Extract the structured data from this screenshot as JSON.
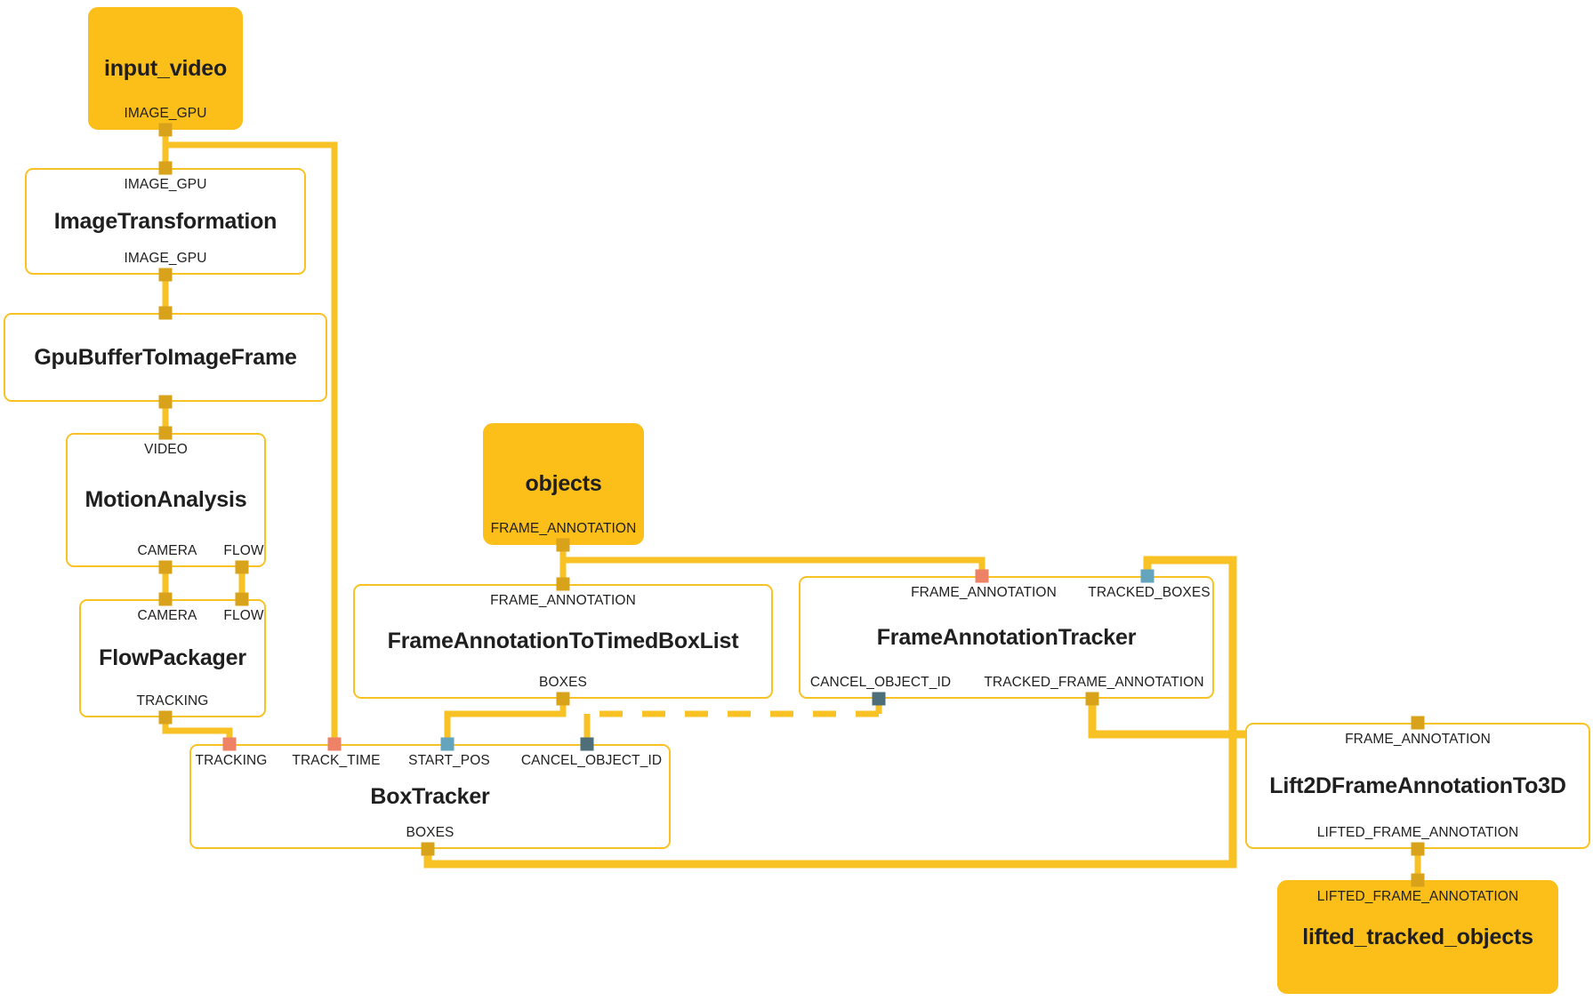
{
  "graph": {
    "title": "MediaPipe Box Tracking Graph",
    "colors": {
      "node_fill": "#FFFFFF",
      "node_border": "#F9C224",
      "stream_fill": "#FCBF19",
      "edge": "#F9C224",
      "edge_thick": "#FBBE12",
      "pin_amber": "#D9A21B",
      "pin_salmon": "#EE8267",
      "pin_teal": "#64A5BD",
      "pin_slate": "#4E6E7A",
      "text": "#1F1F1F"
    },
    "nodes": [
      {
        "id": "input_video",
        "kind": "stream",
        "title": "input_video",
        "inputs": [],
        "outputs": [
          "IMAGE_GPU"
        ]
      },
      {
        "id": "image_transformation",
        "kind": "calculator",
        "title": "ImageTransformation",
        "inputs": [
          "IMAGE_GPU"
        ],
        "outputs": [
          "IMAGE_GPU"
        ]
      },
      {
        "id": "gpu_buffer_to_image_frame",
        "kind": "calculator",
        "title": "GpuBufferToImageFrame",
        "inputs": [],
        "outputs": []
      },
      {
        "id": "motion_analysis",
        "kind": "calculator",
        "title": "MotionAnalysis",
        "inputs": [
          "VIDEO"
        ],
        "outputs": [
          "CAMERA",
          "FLOW"
        ]
      },
      {
        "id": "flow_packager",
        "kind": "calculator",
        "title": "FlowPackager",
        "inputs": [
          "CAMERA",
          "FLOW"
        ],
        "outputs": [
          "TRACKING"
        ]
      },
      {
        "id": "objects",
        "kind": "stream",
        "title": "objects",
        "inputs": [],
        "outputs": [
          "FRAME_ANNOTATION"
        ]
      },
      {
        "id": "frame_annotation_to_timed_box_list",
        "kind": "calculator",
        "title": "FrameAnnotationToTimedBoxList",
        "inputs": [
          "FRAME_ANNOTATION"
        ],
        "outputs": [
          "BOXES"
        ]
      },
      {
        "id": "frame_annotation_tracker",
        "kind": "calculator",
        "title": "FrameAnnotationTracker",
        "inputs": [
          "FRAME_ANNOTATION",
          "TRACKED_BOXES"
        ],
        "outputs": [
          "CANCEL_OBJECT_ID",
          "TRACKED_FRAME_ANNOTATION"
        ]
      },
      {
        "id": "box_tracker",
        "kind": "calculator",
        "title": "BoxTracker",
        "inputs": [
          "TRACKING",
          "TRACK_TIME",
          "START_POS",
          "CANCEL_OBJECT_ID"
        ],
        "outputs": [
          "BOXES"
        ]
      },
      {
        "id": "lift_2d_frame_annotation_to_3d",
        "kind": "calculator",
        "title": "Lift2DFrameAnnotationTo3D",
        "inputs": [
          "FRAME_ANNOTATION"
        ],
        "outputs": [
          "LIFTED_FRAME_ANNOTATION"
        ]
      },
      {
        "id": "lifted_tracked_objects",
        "kind": "stream",
        "title": "lifted_tracked_objects",
        "inputs": [
          "LIFTED_FRAME_ANNOTATION"
        ],
        "outputs": []
      }
    ],
    "labels": {
      "input_video": "input_video",
      "input_video_out": "IMAGE_GPU",
      "imgtrans_in": "IMAGE_GPU",
      "imgtrans_title": "ImageTransformation",
      "imgtrans_out": "IMAGE_GPU",
      "gpubuf_title": "GpuBufferToImageFrame",
      "motion_in": "VIDEO",
      "motion_title": "MotionAnalysis",
      "motion_out_camera": "CAMERA",
      "motion_out_flow": "FLOW",
      "flowpack_in_camera": "CAMERA",
      "flowpack_in_flow": "FLOW",
      "flowpack_title": "FlowPackager",
      "flowpack_out": "TRACKING",
      "objects": "objects",
      "objects_out": "FRAME_ANNOTATION",
      "fattbl_in": "FRAME_ANNOTATION",
      "fattbl_title": "FrameAnnotationToTimedBoxList",
      "fattbl_out": "BOXES",
      "fat_in_annotation": "FRAME_ANNOTATION",
      "fat_in_tracked_boxes": "TRACKED_BOXES",
      "fat_title": "FrameAnnotationTracker",
      "fat_out_cancel": "CANCEL_OBJECT_ID",
      "fat_out_tracked": "TRACKED_FRAME_ANNOTATION",
      "bt_in_tracking": "TRACKING",
      "bt_in_track_time": "TRACK_TIME",
      "bt_in_start_pos": "START_POS",
      "bt_in_cancel": "CANCEL_OBJECT_ID",
      "bt_title": "BoxTracker",
      "bt_out": "BOXES",
      "lift_in": "FRAME_ANNOTATION",
      "lift_title": "Lift2DFrameAnnotationTo3D",
      "lift_out": "LIFTED_FRAME_ANNOTATION",
      "lifted_in": "LIFTED_FRAME_ANNOTATION",
      "lifted_title": "lifted_tracked_objects"
    }
  }
}
